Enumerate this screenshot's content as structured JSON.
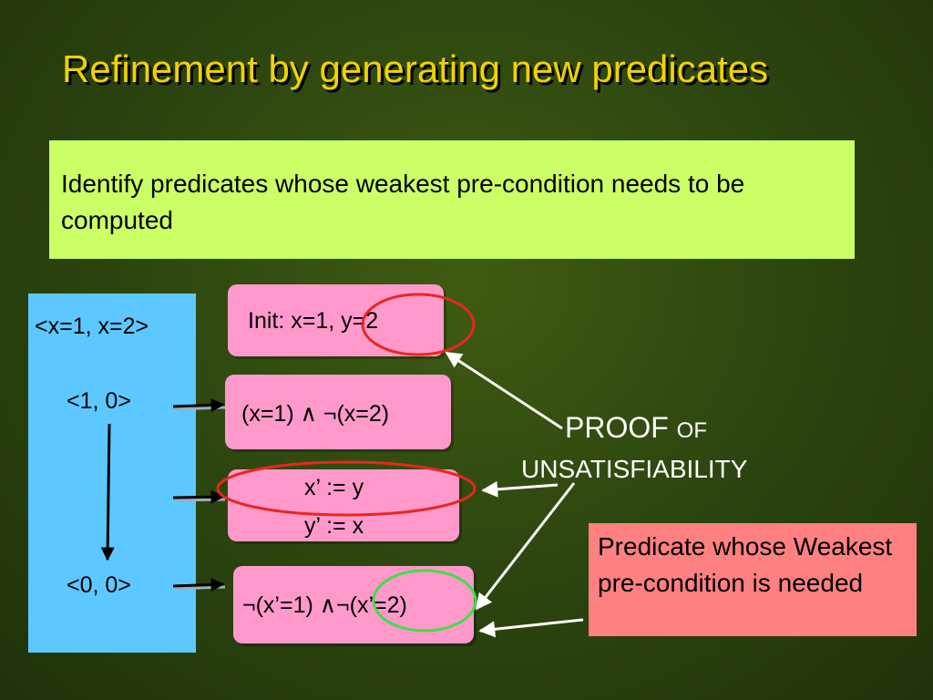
{
  "title": "Refinement by generating new predicates",
  "intro_text": "Identify predicates whose  weakest pre-condition needs to be computed",
  "trace": {
    "header": "<x=1, x=2>",
    "state_a": "<1, 0>",
    "state_b": "<0, 0>"
  },
  "boxes": {
    "init": "Init: x=1, y=2",
    "assume": "(x=1) ∧ ¬(x=2)",
    "assign_1": "x’ := y",
    "assign_2": "y’ := x",
    "post": "¬(x’=1) ∧¬(x’=2)"
  },
  "proof": {
    "line1_big": "PROOF",
    "line1_small": "OF",
    "line2": "UNSATISFIABILITY"
  },
  "predicate_note": "Predicate whose Weakest pre-condition is needed",
  "colors": {
    "title": "#f2d200",
    "intro_bg": "#ccff66",
    "trace_bg": "#5cc8ff",
    "box_bg": "#ff99cc",
    "note_bg": "#ff8080",
    "red_ellipse": "#e8281e",
    "green_ellipse": "#44dd44"
  }
}
